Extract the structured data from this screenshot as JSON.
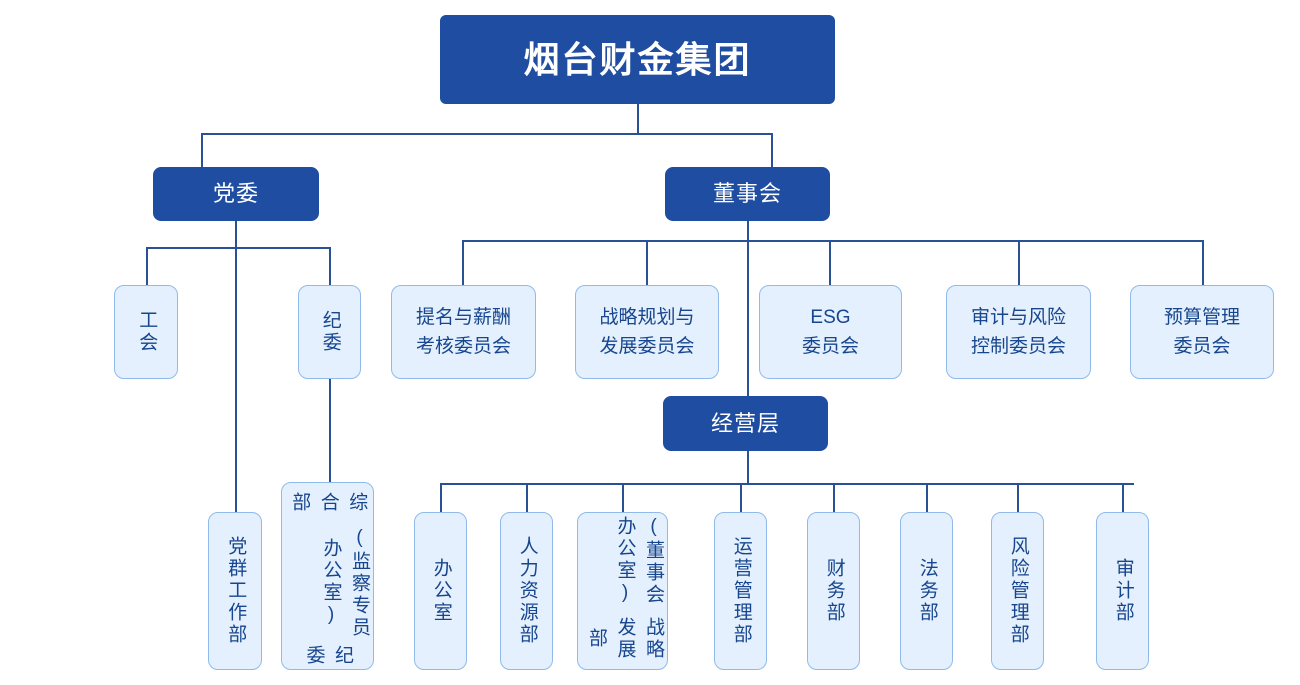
{
  "chart_data": {
    "type": "diagram",
    "diagram_kind": "organizational-chart",
    "title": "烟台财金集团",
    "colors": {
      "primary_fill": "#1f4da1",
      "primary_text": "#ffffff",
      "node_fill": "#e4f0fd",
      "node_border": "#8fbaea",
      "node_text": "#17468f",
      "connector": "#2a5096",
      "background": "#ffffff"
    },
    "levels": [
      {
        "level": 1,
        "nodes": [
          "烟台财金集团"
        ]
      },
      {
        "level": 2,
        "nodes": [
          "党委",
          "董事会"
        ]
      },
      {
        "level": 3,
        "nodes": [
          "工会",
          "纪委",
          "提名与薪酬考核委员会",
          "战略规划与发展委员会",
          "ESG委员会",
          "审计与风险控制委员会",
          "预算管理委员会",
          "经营层"
        ]
      },
      {
        "level": 4,
        "nodes": [
          "党群工作部",
          "纪委(监察专员办公室)综合部",
          "办公室",
          "人力资源部",
          "战略发展部(董事会办公室)",
          "运营管理部",
          "财务部",
          "法务部",
          "风险管理部",
          "审计部"
        ]
      }
    ],
    "edges": [
      {
        "from": "烟台财金集团",
        "to": "党委"
      },
      {
        "from": "烟台财金集团",
        "to": "董事会"
      },
      {
        "from": "党委",
        "to": "工会"
      },
      {
        "from": "党委",
        "to": "纪委"
      },
      {
        "from": "党委",
        "to": "党群工作部"
      },
      {
        "from": "纪委",
        "to": "纪委(监察专员办公室)综合部"
      },
      {
        "from": "董事会",
        "to": "提名与薪酬考核委员会"
      },
      {
        "from": "董事会",
        "to": "战略规划与发展委员会"
      },
      {
        "from": "董事会",
        "to": "ESG委员会"
      },
      {
        "from": "董事会",
        "to": "审计与风险控制委员会"
      },
      {
        "from": "董事会",
        "to": "预算管理委员会"
      },
      {
        "from": "董事会",
        "to": "经营层"
      },
      {
        "from": "经营层",
        "to": "办公室"
      },
      {
        "from": "经营层",
        "to": "人力资源部"
      },
      {
        "from": "经营层",
        "to": "战略发展部(董事会办公室)"
      },
      {
        "from": "经营层",
        "to": "运营管理部"
      },
      {
        "from": "经营层",
        "to": "财务部"
      },
      {
        "from": "经营层",
        "to": "法务部"
      },
      {
        "from": "经营层",
        "to": "风险管理部"
      },
      {
        "from": "经营层",
        "to": "审计部"
      }
    ]
  },
  "root": {
    "label": "烟台财金集团"
  },
  "level2": {
    "party_committee": "党委",
    "board": "董事会"
  },
  "level3": {
    "union": "工会",
    "discipline": "纪委",
    "nomination_committee": "提名与薪酬\n考核委员会",
    "strategy_committee": "战略规划与\n发展委员会",
    "esg_committee": "ESG\n委员会",
    "audit_risk_committee": "审计与风险\n控制委员会",
    "budget_committee": "预算管理\n委员会",
    "management": "经营层"
  },
  "level4": {
    "party_work_dept": "党群工作部",
    "discipline_office_col_right": "综合部",
    "discipline_office_col_mid": "(监察专员办公室)",
    "discipline_office_col_left": "纪委",
    "office": "办公室",
    "hr_dept": "人力资源部",
    "strategy_dev_col_right": "(董事会办公室)",
    "strategy_dev_col_left": "战略发展部",
    "operations_dept": "运营管理部",
    "finance_dept": "财务部",
    "legal_dept": "法务部",
    "risk_dept": "风险管理部",
    "audit_dept": "审计部"
  }
}
